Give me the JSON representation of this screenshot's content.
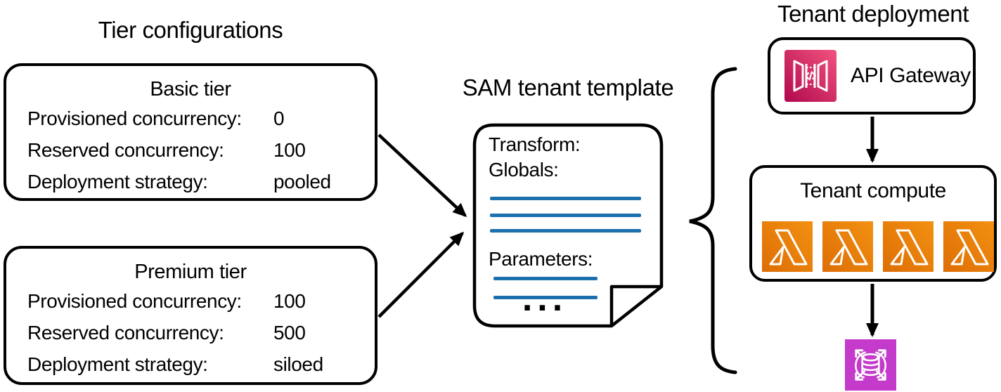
{
  "headings": {
    "left": "Tier configurations",
    "center": "SAM tenant template",
    "right": "Tenant deployment"
  },
  "tiers": [
    {
      "title": "Basic tier",
      "rows": [
        {
          "label": "Provisioned concurrency:",
          "value": "0"
        },
        {
          "label": "Reserved concurrency:",
          "value": "100"
        },
        {
          "label": "Deployment strategy:",
          "value": "pooled"
        }
      ]
    },
    {
      "title": "Premium tier",
      "rows": [
        {
          "label": "Provisioned concurrency:",
          "value": "100"
        },
        {
          "label": "Reserved concurrency:",
          "value": "500"
        },
        {
          "label": "Deployment strategy:",
          "value": "siloed"
        }
      ]
    }
  ],
  "template_doc": {
    "keys": [
      "Transform:",
      "Globals:",
      "Parameters:"
    ],
    "ellipsis": "..."
  },
  "deployment": {
    "api_gateway_label": "API Gateway",
    "compute_label": "Tenant compute",
    "lambda_count": 4
  },
  "icons": {
    "api_gateway": "api-gateway-icon",
    "lambda": "lambda-icon",
    "scaling_database": "scaling-database-icon"
  },
  "colors": {
    "doc_rule_blue": "#1C70AE",
    "api_gateway_pink_from": "#B0084D",
    "api_gateway_pink_to": "#F2547F",
    "lambda_orange_from": "#DD6D05",
    "lambda_orange_to": "#F29111",
    "database_magenta": "#C43ACB",
    "line_black": "#000000"
  }
}
